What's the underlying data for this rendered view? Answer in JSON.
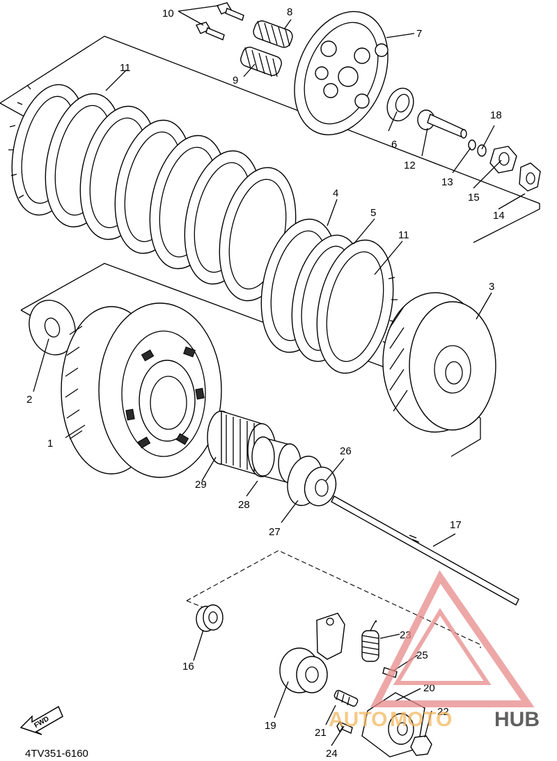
{
  "diagram_code": "4TV351-6160",
  "fwd_label": "FWD",
  "watermark": {
    "part1": "AUTO",
    "part2": "MOTO",
    "part3": "HUB",
    "color_main": "#e88a8a",
    "color_orange": "#f4b860",
    "color_dark": "#2b2b2b"
  },
  "labels": {
    "p1": "1",
    "p2": "2",
    "p3": "3",
    "p4": "4",
    "p5": "5",
    "p6": "6",
    "p7": "7",
    "p8": "8",
    "p9": "9",
    "p10": "10",
    "p11a": "11",
    "p11b": "11",
    "p12": "12",
    "p13": "13",
    "p14": "14",
    "p15": "15",
    "p16": "16",
    "p17": "17",
    "p18": "18",
    "p19": "19",
    "p20": "20",
    "p21": "21",
    "p22": "22",
    "p23": "23",
    "p24": "24",
    "p25": "25",
    "p26": "26",
    "p27": "27",
    "p28": "28",
    "p29": "29"
  }
}
